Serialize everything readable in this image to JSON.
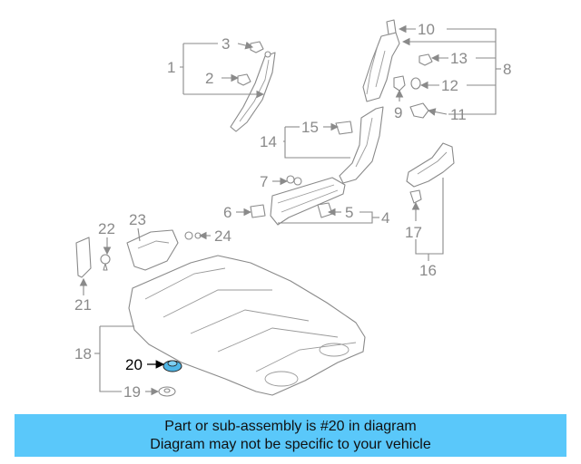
{
  "colors": {
    "banner_bg": "#5ac8fa",
    "highlight_fill": "#4fb6e6",
    "line_gray": "#8a8a8a"
  },
  "callouts": {
    "c1": "1",
    "c2": "2",
    "c3": "3",
    "c4": "4",
    "c5": "5",
    "c6": "6",
    "c7": "7",
    "c8": "8",
    "c9": "9",
    "c10": "10",
    "c11": "11",
    "c12": "12",
    "c13": "13",
    "c14": "14",
    "c15": "15",
    "c16": "16",
    "c17": "17",
    "c18": "18",
    "c19": "19",
    "c20": "20",
    "c21": "21",
    "c22": "22",
    "c23": "23",
    "c24": "24"
  },
  "highlighted_part": "20",
  "banner": {
    "line1": "Part or sub-assembly is #20 in diagram",
    "line2": "Diagram may not be specific to your vehicle"
  }
}
